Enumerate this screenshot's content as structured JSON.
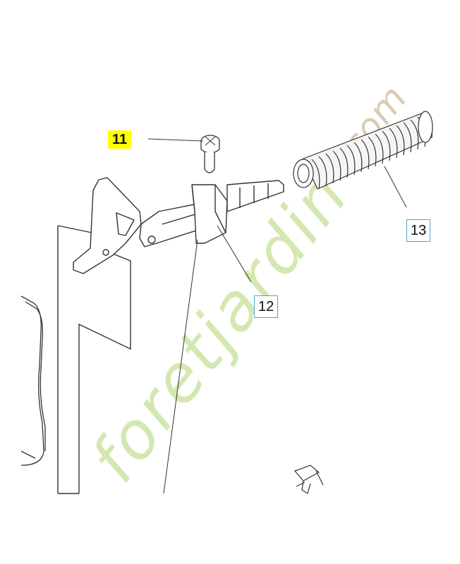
{
  "callouts": {
    "part_11": "11",
    "part_12": "12",
    "part_13": "13"
  },
  "watermark": {
    "text": "foretjardin.com",
    "color_main": "#c9e3a0",
    "color_accent": "#f4c6a0"
  },
  "colors": {
    "line": "#333333",
    "callout_highlight": "#ffff00",
    "callout_border": "#4aa8c8"
  }
}
